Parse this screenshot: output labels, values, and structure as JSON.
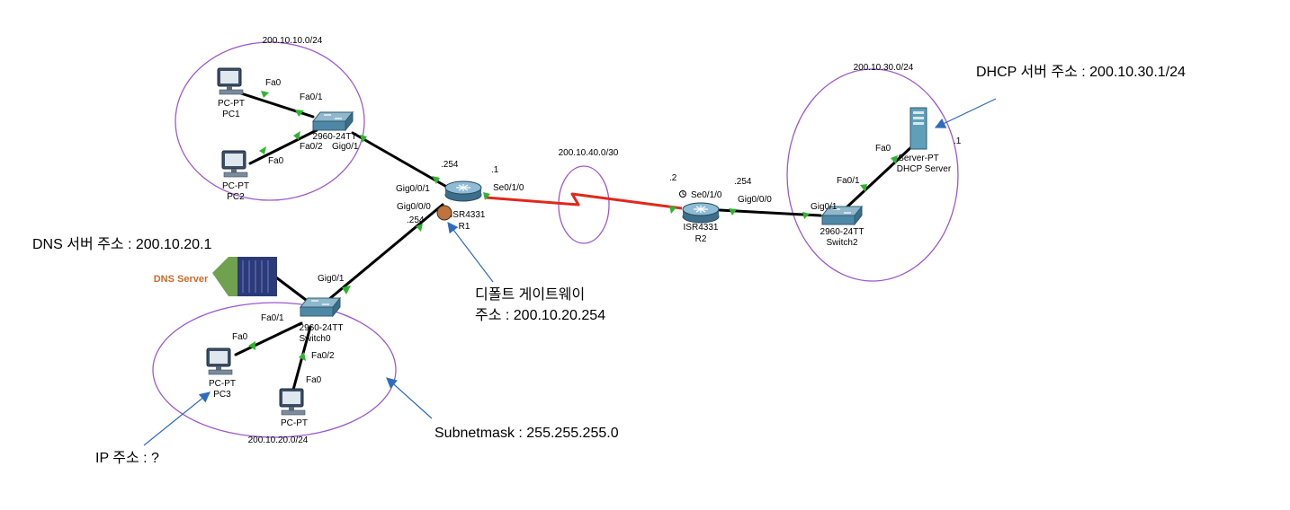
{
  "networks": {
    "net_10": "200.10.10.0/24",
    "net_20": "200.10.20.0/24",
    "net_30": "200.10.30.0/24",
    "net_40": "200.10.40.0/30"
  },
  "devices": {
    "pc1": {
      "type": "PC-PT",
      "name": "PC1"
    },
    "pc2": {
      "type": "PC-PT",
      "name": "PC2"
    },
    "pc3": {
      "type": "PC-PT",
      "name": "PC3"
    },
    "pc4": {
      "type": "PC-PT"
    },
    "switch1": {
      "type": "2960-24TT"
    },
    "switch0": {
      "type": "2960-24TT",
      "name": "Switch0"
    },
    "switch2": {
      "type": "2960-24TT",
      "name": "Switch2"
    },
    "r1": {
      "type": "ISR4331",
      "name": "R1"
    },
    "r2": {
      "type": "ISR4331",
      "name": "R2"
    },
    "dhcp": {
      "type": "Server-PT",
      "name": "DHCP Server"
    },
    "dns": {
      "name": "DNS Server"
    }
  },
  "ports": {
    "pc1_fa0": "Fa0",
    "sw1_fa01": "Fa0/1",
    "sw1_fa02": "Fa0/2",
    "pc2_fa0": "Fa0",
    "sw1_gig01": "Gig0/1",
    "r1_gig001": "Gig0/0/1",
    "r1_gig000": "Gig0/0/0",
    "r1_se010": "Se0/1/0",
    "r2_se010": "Se0/1/0",
    "r2_gig000": "Gig0/0/0",
    "sw2_gig01": "Gig0/1",
    "sw2_fa01": "Fa0/1",
    "dhcp_fa0": "Fa0",
    "sw0_gig01": "Gig0/1",
    "sw0_fa01": "Fa0/1",
    "pc3_fa0": "Fa0",
    "sw0_fa02": "Fa0/2",
    "pc4_fa0": "Fa0"
  },
  "host_ids": {
    "r1_gig001": ".254",
    "r1_se": ".1",
    "r1_gig000": ".254",
    "r2_se": ".2",
    "r2_gig000": ".254",
    "dhcp": ".1"
  },
  "annotations": {
    "dhcp_addr": "DHCP 서버 주소 : 200.10.30.1/24",
    "dns_addr": "DNS 서버 주소 : 200.10.20.1",
    "gateway_line1": "디폴트 게이트웨이",
    "gateway_line2": "주소 : 200.10.20.254",
    "subnetmask": "Subnetmask : 255.255.255.0",
    "ip": "IP 주소 : ?"
  },
  "colors": {
    "cable": "#000000",
    "serial_link": "#e0281c",
    "link_light": "#2db52d",
    "network_ellipse": "#9b59d0",
    "annotation_arrow": "#2d6cc0",
    "gateway_marker": "#c0733a",
    "dns_label": "#d06a2a"
  }
}
